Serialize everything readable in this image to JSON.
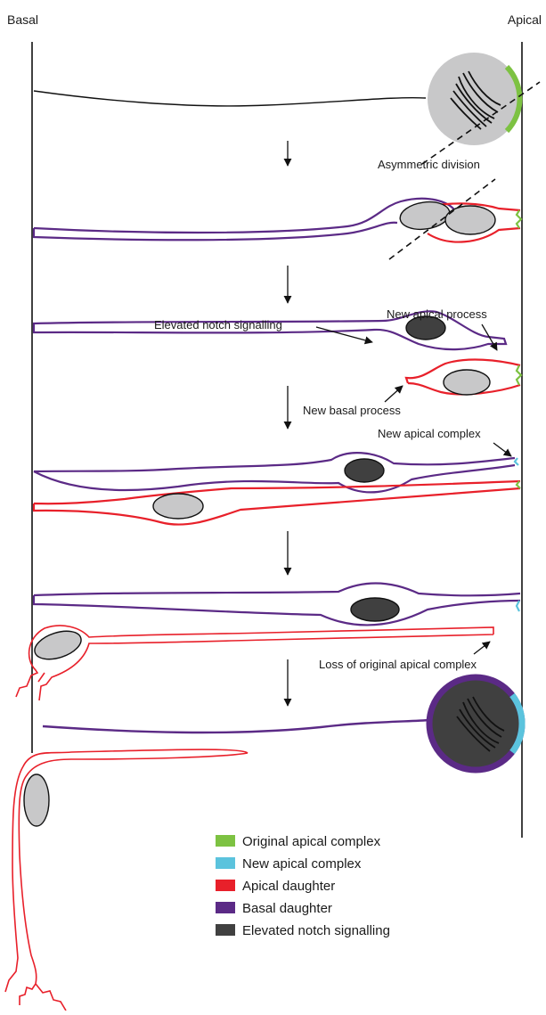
{
  "axis": {
    "left_label": "Basal",
    "right_label": "Apical"
  },
  "annotations": {
    "asymmetric_division": "Asymmetric division",
    "elevated_notch": "Elevated notch signalling",
    "new_apical_process": "New apical process",
    "new_basal_process": "New basal process",
    "new_apical_complex": "New apical complex",
    "loss_original_apical": "Loss of original apical complex"
  },
  "legend": [
    {
      "label": "Original apical complex",
      "color": "#7dc242"
    },
    {
      "label": "New apical complex",
      "color": "#5bc3dd"
    },
    {
      "label": "Apical daughter",
      "color": "#e8202a"
    },
    {
      "label": "Basal daughter",
      "color": "#5b2a86"
    },
    {
      "label": "Elevated notch signalling",
      "color": "#404040"
    }
  ],
  "colors": {
    "original_apical": "#7dc242",
    "new_apical": "#5bc3dd",
    "apical_daughter": "#e8202a",
    "basal_daughter": "#5b2a86",
    "notch": "#404040",
    "nucleus": "#c8c8c9",
    "line": "#111111"
  }
}
